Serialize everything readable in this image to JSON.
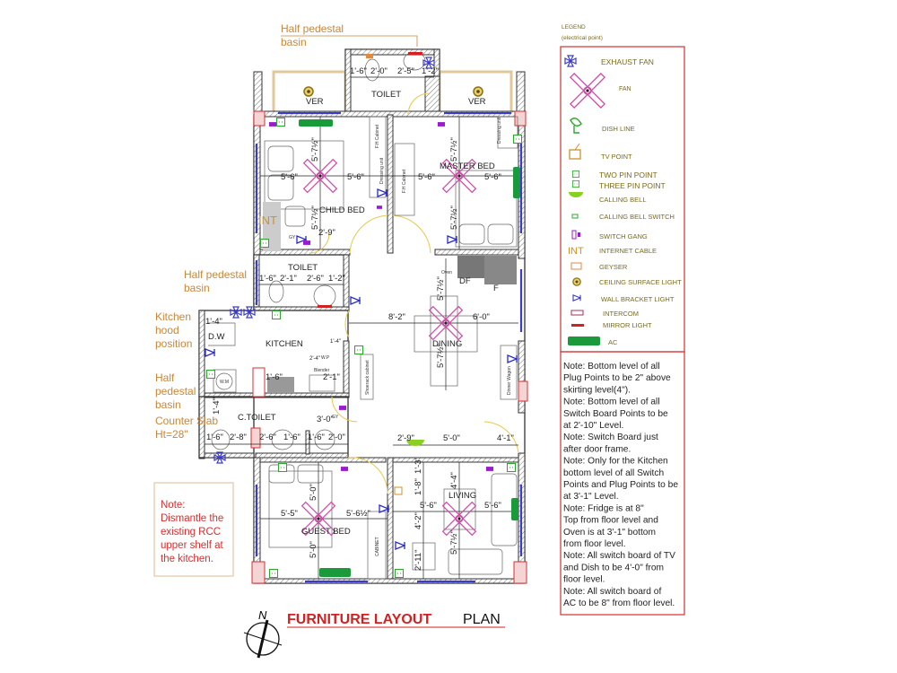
{
  "title": {
    "main": "FURNITURE LAYOUT",
    "suffix": "PLAN",
    "north": "N",
    "color": "#d42020"
  },
  "rooms": {
    "toilet_top": "TOILET",
    "ver_left": "VER",
    "ver_right": "VER",
    "child_bed": "CHILD BED",
    "master_bed": "MASTER BED",
    "toilet_mid": "TOILET",
    "kitchen": "KITCHEN",
    "dw": "D.W",
    "dining": "DINING",
    "c_toilet": "C.TOILET",
    "guest_bed": "GUEST BED",
    "living": "LIVING",
    "df": "DF",
    "fridge": "F"
  },
  "fixtures": {
    "oven": "Oven",
    "blender": "Blender",
    "wp": "W.P",
    "wm": "W.M",
    "gy": "GY",
    "fh_cabinet": "F.H Cabinet",
    "fh_cabinet2": "F.H Cabinet",
    "dressing_unit": "Dressing unit",
    "dressing_unit2": "Dressing unit",
    "shoerack": "Shoerack cabinet",
    "dinner_wagon": "Dinner Wagon",
    "cabinet": "CABINET",
    "int": "INT"
  },
  "dimensions": [
    "1'-6\"",
    "2'-0\"",
    "2'-5\"",
    "1'-2\"",
    "5'-6\"",
    "5'-6\"",
    "5'-7½\"",
    "5'-7½\"",
    "5'-6\"",
    "5'-6\"",
    "5'-7½\"",
    "5'-7½\"",
    "2'-9\"",
    "1'-6\"",
    "2'-1\"",
    "2'-6\"",
    "1'-2\"",
    "1'-4\"",
    "1'-6\"",
    "2'-1\"",
    "2'-4\"",
    "1'-4\"",
    "8'-2\"",
    "6'-0\"",
    "5'-7½\"",
    "5'-7½\"",
    "1'-4\"",
    "3'-0\"",
    "1'-6\"",
    "2'-8\"",
    "2'-6\"",
    "1'-6\"",
    "1'-6\"",
    "2'-0\"",
    "2'-9\"",
    "5'-0\"",
    "4'-1\"",
    "5'-0\"",
    "5'-5\"",
    "5'-6½\"",
    "5'-0\"",
    "1'-3\"",
    "1'-8\"",
    "5'-6\"",
    "5'-6\"",
    "4'-2\"",
    "2'-11\"",
    "4'-4\"",
    "5'-7½\"",
    "1'-6\"",
    "2'-0\""
  ],
  "annotations": {
    "basin_top": [
      "Half pedestal",
      "basin"
    ],
    "basin_mid": [
      "Half pedestal",
      "basin"
    ],
    "hood": [
      "Kitchen",
      "hood",
      "position"
    ],
    "basin_low": [
      "Half",
      "pedestal",
      "basin"
    ],
    "counter": [
      "Counter Slab",
      "Ht=28\""
    ],
    "dismantle_note": [
      "Note:",
      "Dismantle the",
      "existing RCC",
      "upper shelf at",
      "the kitchen."
    ]
  },
  "legend": {
    "title": "LEGEND",
    "subtitle": "(electrical point)",
    "items": [
      {
        "label": "EXHAUST FAN",
        "icon": "exhaust-fan-icon"
      },
      {
        "label": "FAN",
        "icon": "fan-icon"
      },
      {
        "label": "DISH LINE",
        "icon": "dish-icon"
      },
      {
        "label": "TV POINT",
        "icon": "tv-icon"
      },
      {
        "label": "TWO PIN POINT",
        "icon": "two-pin-icon"
      },
      {
        "label": "THREE PIN POINT",
        "icon": "three-pin-icon"
      },
      {
        "label": "CALLING BELL",
        "icon": "bell-icon"
      },
      {
        "label": "CALLING BELL SWITCH",
        "icon": "bell-switch-icon"
      },
      {
        "label": "SWITCH GANG",
        "icon": "switch-gang-icon"
      },
      {
        "label": "INTERNET CABLE",
        "icon": "internet-icon"
      },
      {
        "label": "GEYSER",
        "icon": "geyser-icon"
      },
      {
        "label": "CEILING SURFACE LIGHT",
        "icon": "ceiling-light-icon"
      },
      {
        "label": "WALL BRACKET LIGHT",
        "icon": "wall-light-icon"
      },
      {
        "label": "INTERCOM",
        "icon": "intercom-icon"
      },
      {
        "label": "MIRROR LIGHT",
        "icon": "mirror-light-icon"
      },
      {
        "label": "AC",
        "icon": "ac-icon"
      }
    ],
    "int_glyph": "INT"
  },
  "notes": [
    "Note: Bottom level of all",
    "Plug Points to be 2\" above",
    "skirting level(4\").",
    "Note: Bottom level of all",
    "Switch Board Points to be",
    "at 2'-10\" Level.",
    "Note: Switch Board just",
    "after door frame.",
    "Note: Only for the Kitchen",
    "bottom level of all Switch",
    "Points and Plug Points to be",
    "at 3'-1\" Level.",
    "Note: Fridge is at 8\"",
    "Top from floor level and",
    "Oven is at 3'-1\" bottom",
    "from floor level.",
    "Note: All switch board of TV",
    "and Dish to be 4'-0\" from",
    "floor level.",
    "Note: All switch board of",
    "AC to be 8\" from floor level."
  ],
  "colors": {
    "fan": "#d04aa8",
    "switch": "#9a1ad0",
    "plug": "#2aa82a",
    "ac": "#1a9a3a",
    "wall_light": "#2a2acc",
    "annotation": "#c8873a",
    "note_border": "#d43030"
  }
}
